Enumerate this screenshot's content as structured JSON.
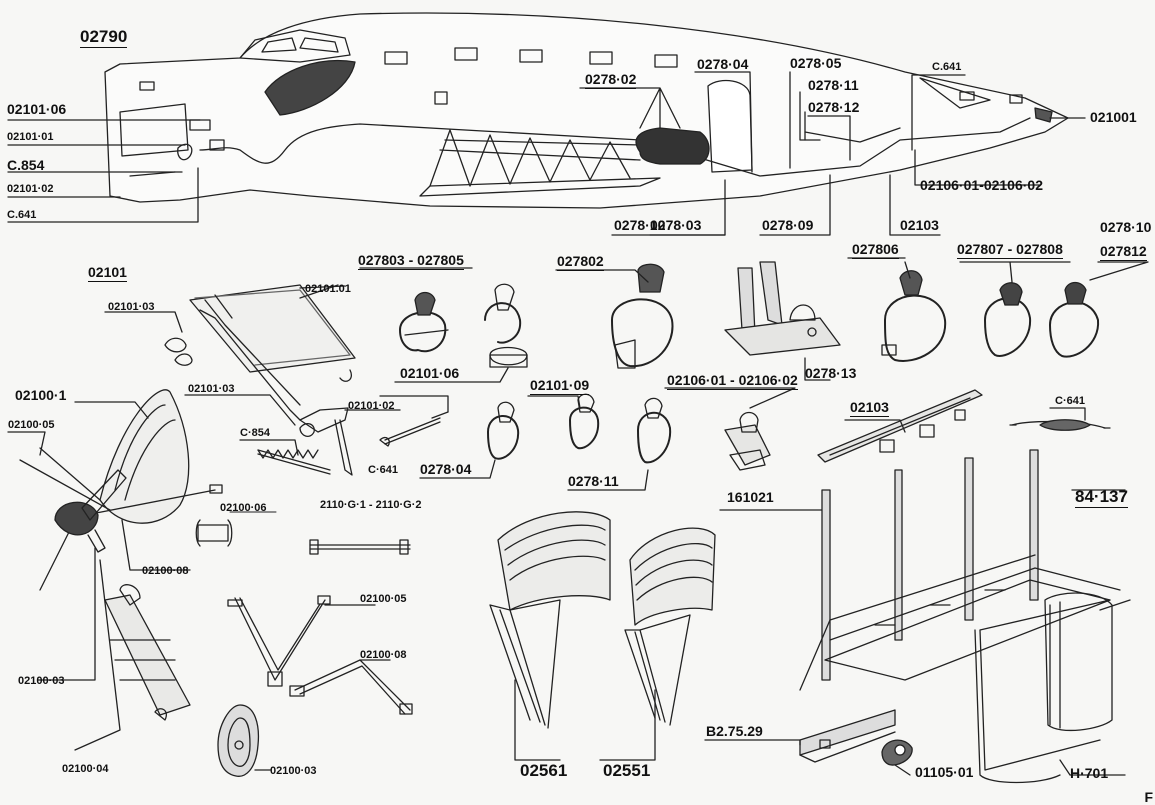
{
  "title": "02790",
  "corner_mark": "F",
  "labels": {
    "l02101_06_top": "02101·06",
    "l02101_01_top": "02101·01",
    "lC854_top": "C.854",
    "l02101_02_top": "02101·02",
    "lC641_left": "C.641",
    "l0278_02_top": "0278·02",
    "l0278_04_top": "0278·04",
    "l0278_05_top": "0278·05",
    "lC641_top": "C.641",
    "l0278_11_top": "0278·11",
    "l0278_12_top": "0278·12",
    "l021001": "021001",
    "l02106_combo_top": "02106·01-02106·02",
    "l0278_10_bot": "0278·10",
    "l0278_03_bot": "0278·03",
    "l0278_09_bot": "0278·09",
    "l02103_bot": "02103",
    "l02101_group": "02101",
    "l02101_01_grp": "02101.01",
    "l02101_03_a": "02101·03",
    "l02101_03_b": "02101·03",
    "l02101_02_grp": "02101·02",
    "lC854_grp": "C·854",
    "lC641_grp": "C·641",
    "l02100_1": "02100·1",
    "l02100_05_left": "02100·05",
    "l02100_08_left": "02100·08",
    "l02100_06": "02100·06",
    "l2110_combo": "2110·G·1 - 2110·G·2",
    "l02100_05_mid": "02100·05",
    "l02100_08_mid": "02100·08",
    "l02100_03_left": "02100·03",
    "l02100_04": "02100·04",
    "l02100_03_wheel": "02100·03",
    "l0278_03_05": "027803 - 027805",
    "l02101_06_grp": "02101·06",
    "l0278_02_grp": "027802",
    "l0278_06": "027806",
    "l0278_07_08": "027807 - 027808",
    "l0278_10_grp": "0278·10",
    "l0278_12_grp": "027812",
    "l0278_13": "0278·13",
    "l02101_09": "02101·09",
    "l02106_combo_grp": "02106·01 - 02106·02",
    "l0278_04_grp": "0278·04",
    "l0278_11_grp": "0278·11",
    "l02103_grp": "02103",
    "lC641_right": "C·641",
    "l161021": "161021",
    "l84_137": "84·137",
    "l02561": "02561",
    "l02551": "02551",
    "lB2": "B2.75.29",
    "l01105": "01105·01",
    "lH701": "H·701"
  }
}
